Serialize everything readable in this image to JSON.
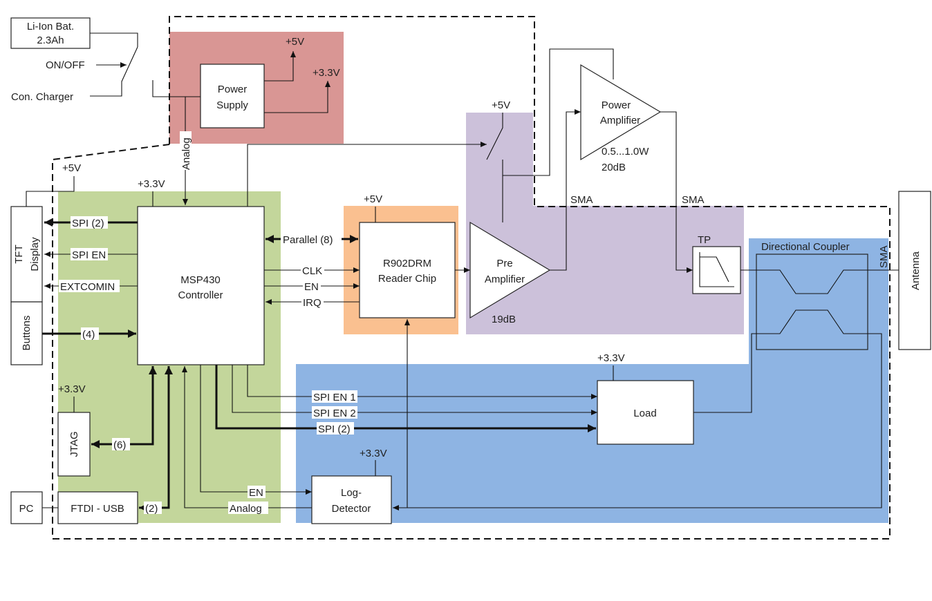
{
  "blocks": {
    "battery_line1": "Li-Ion Bat.",
    "battery_line2": "2.3Ah",
    "on_off": "ON/OFF",
    "charger": "Con. Charger",
    "power_supply_line1": "Power",
    "power_supply_line2": "Supply",
    "tft_display_line1": "TFT",
    "tft_display_line2": "Display",
    "buttons": "Buttons",
    "mcu_line1": "MSP430",
    "mcu_line2": "Controller",
    "reader_line1": "R902DRM",
    "reader_line2": "Reader Chip",
    "pre_amp_line1": "Pre",
    "pre_amp_line2": "Amplifier",
    "pre_amp_gain": "19dB",
    "power_amp_line1": "Power",
    "power_amp_line2": "Amplifier",
    "power_amp_power": "0.5...1.0W",
    "power_amp_gain": "20dB",
    "lowpass": "TP",
    "coupler": "Directional Coupler",
    "antenna": "Antenna",
    "load": "Load",
    "jtag": "JTAG",
    "pc": "PC",
    "ftdi": "FTDI - USB",
    "log_detector_line1": "Log-",
    "log_detector_line2": "Detector"
  },
  "voltages": {
    "v5": "+5V",
    "v33": "+3.3V"
  },
  "signals": {
    "analog": "Analog",
    "spi2": "SPI (2)",
    "spi_en": "SPI EN",
    "extcomin": "EXTCOMIN",
    "buttons_bus": "(4)",
    "parallel": "Parallel (8)",
    "clk": "CLK",
    "en": "EN",
    "irq": "IRQ",
    "sma": "SMA",
    "spi_en1": "SPI EN 1",
    "spi_en2": "SPI EN 2",
    "jtag_bus": "(6)",
    "usb_bus": "(2)"
  },
  "colors": {
    "power_region": "#d99694",
    "controller_region": "#c3d69b",
    "reader_region": "#fac090",
    "rf_region": "#ccc1da",
    "measure_region": "#8eb4e3"
  }
}
